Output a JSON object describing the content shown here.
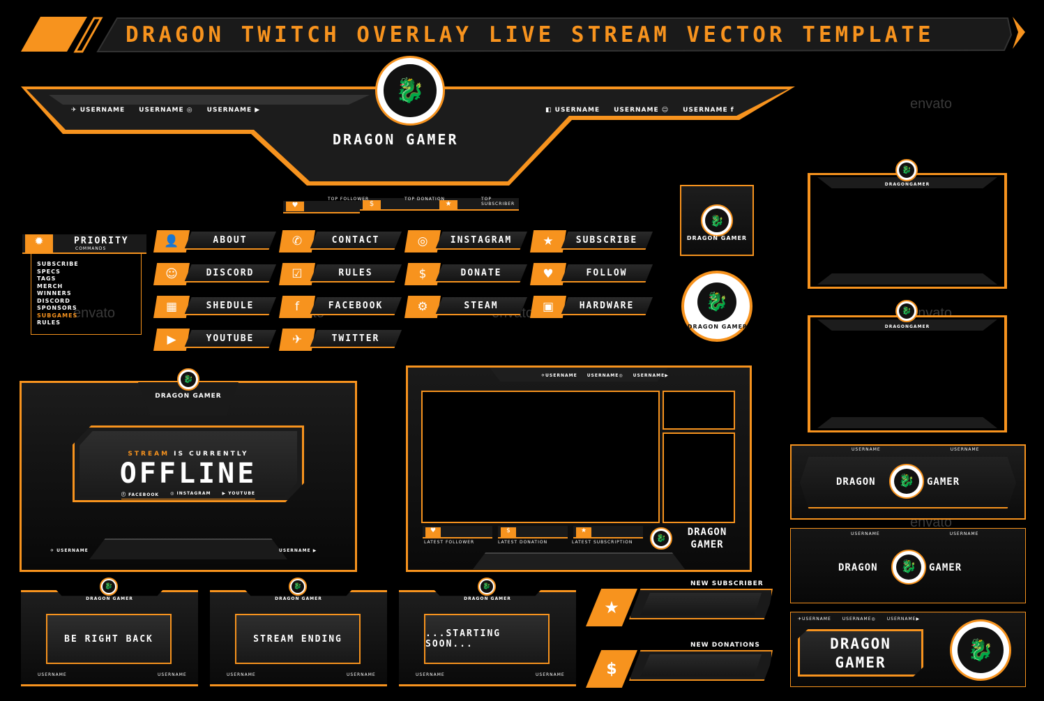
{
  "title": "DRAGON TWITCH OVERLAY LIVE STREAM VECTOR TEMPLATE",
  "watermark": "envato",
  "colors": {
    "accent": "#f7931e",
    "bg": "#000000",
    "panel": "#1a1a1a"
  },
  "header": {
    "name": "DRAGON GAMER",
    "socials_left": [
      "USERNAME",
      "USERNAME",
      "USERNAME"
    ],
    "socials_right": [
      "USERNAME",
      "USERNAME",
      "USERNAME"
    ]
  },
  "top_labels": [
    "TOP FOLLOWER",
    "TOP DONATION",
    "TOP SUBSCRIBER"
  ],
  "priority": {
    "title": "PRIORITY",
    "subtitle": "COMMANDS",
    "items": [
      "SUBSCRIBE",
      "SPECS",
      "TAGS",
      "MERCH",
      "WINNERS",
      "DISCORD",
      "SPONSORS",
      "SUBGAMES",
      "RULES"
    ]
  },
  "buttons": [
    {
      "label": "ABOUT",
      "icon": "user-icon",
      "glyph": "👤"
    },
    {
      "label": "CONTACT",
      "icon": "phone-icon",
      "glyph": "✆"
    },
    {
      "label": "INSTAGRAM",
      "icon": "instagram-icon",
      "glyph": "◎"
    },
    {
      "label": "SUBSCRIBE",
      "icon": "star-icon",
      "glyph": "★"
    },
    {
      "label": "DISCORD",
      "icon": "discord-icon",
      "glyph": "☺"
    },
    {
      "label": "RULES",
      "icon": "clipboard-icon",
      "glyph": "☑"
    },
    {
      "label": "DONATE",
      "icon": "dollar-icon",
      "glyph": "$"
    },
    {
      "label": "FOLLOW",
      "icon": "heart-icon",
      "glyph": "♥"
    },
    {
      "label": "SHEDULE",
      "icon": "calendar-icon",
      "glyph": "▦"
    },
    {
      "label": "FACEBOOK",
      "icon": "facebook-icon",
      "glyph": "f"
    },
    {
      "label": "STEAM",
      "icon": "steam-icon",
      "glyph": "⚙"
    },
    {
      "label": "HARDWARE",
      "icon": "hardware-icon",
      "glyph": "▣"
    },
    {
      "label": "YOUTUBE",
      "icon": "youtube-icon",
      "glyph": "▶"
    },
    {
      "label": "TWITTER",
      "icon": "twitter-icon",
      "glyph": "✈"
    }
  ],
  "webcam": {
    "name": "DRAGON GAMER"
  },
  "badge": {
    "name": "DRAGON GAMER"
  },
  "cam_frames": [
    {
      "name": "DRAGONGAMER"
    },
    {
      "name": "DRAGONGAMER"
    }
  ],
  "offline": {
    "name": "DRAGON GAMER",
    "kicker_a": "STREAM",
    "kicker_b": "IS CURRENTLY",
    "headline": "OFFLINE",
    "socials": [
      "FACEBOOK",
      "INSTAGRAM",
      "YOUTUBE"
    ],
    "user_left": "USERNAME",
    "user_right": "USERNAME"
  },
  "main_overlay": {
    "name_line1": "DRAGON",
    "name_line2": "GAMER",
    "socials": [
      "USERNAME",
      "USERNAME",
      "USERNAME"
    ],
    "latest": [
      "LATEST FOLLOWER",
      "LATEST DONATION",
      "LATEST SUBSCRIPTION"
    ]
  },
  "banners": [
    {
      "left": "DRAGON",
      "right": "GAMER",
      "users": [
        "USERNAME",
        "USERNAME"
      ]
    },
    {
      "left": "DRAGON",
      "right": "GAMER",
      "users": [
        "USERNAME",
        "USERNAME"
      ]
    },
    {
      "line1": "DRAGON",
      "line2": "GAMER",
      "users": [
        "USERNAME",
        "USERNAME",
        "USERNAME"
      ]
    }
  ],
  "scenes": [
    {
      "name": "DRAGON GAMER",
      "text": "BE RIGHT BACK",
      "user_left": "USERNAME",
      "user_right": "USERNAME"
    },
    {
      "name": "DRAGON GAMER",
      "text": "STREAM ENDING",
      "user_left": "USERNAME",
      "user_right": "USERNAME"
    },
    {
      "name": "DRAGON GAMER",
      "text": "...STARTING SOON...",
      "user_left": "USERNAME",
      "user_right": "USERNAME"
    }
  ],
  "alerts": [
    {
      "label": "NEW SUBSCRIBER",
      "icon": "star-icon",
      "glyph": "★"
    },
    {
      "label": "NEW DONATIONS",
      "icon": "dollar-icon",
      "glyph": "$"
    }
  ]
}
